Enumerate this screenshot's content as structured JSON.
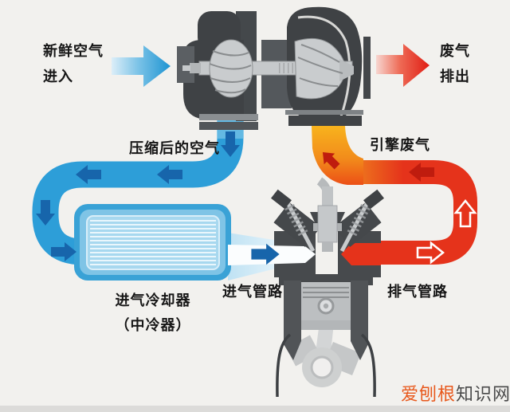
{
  "diagram": {
    "title_hint": "turbocharger-airflow-schematic",
    "labels": {
      "fresh_air": {
        "line1": "新鲜空气",
        "line2": "进入"
      },
      "exhaust_out": {
        "line1": "废气",
        "line2": "排出"
      },
      "compressed_air": "压缩后的空气",
      "engine_exhaust": "引擎废气",
      "intercooler": {
        "line1": "进气冷却器",
        "line2": "（中冷器）"
      },
      "intake_line": "进气管路",
      "exhaust_line": "排气管路"
    },
    "watermark": {
      "brand": "爱刨根",
      "suffix": "知识网"
    },
    "icons": {
      "fresh_air_arrow": "large-right-arrow",
      "exhaust_out_arrow": "large-right-arrow",
      "pipe_flow_arrows": "directional-flow-arrows"
    },
    "colors": {
      "background": "#f2f1ee",
      "cold_pipe": "#2d9ed8",
      "cold_arrow": "#1765ab",
      "hot_pipe": "#e5331b",
      "hot_arrow_dark": "#bf1c0e",
      "orange_duct_top": "#f8b31d",
      "housing_dark": "#3f4245",
      "metal_light": "#c6c9cb",
      "text": "#161616"
    }
  }
}
